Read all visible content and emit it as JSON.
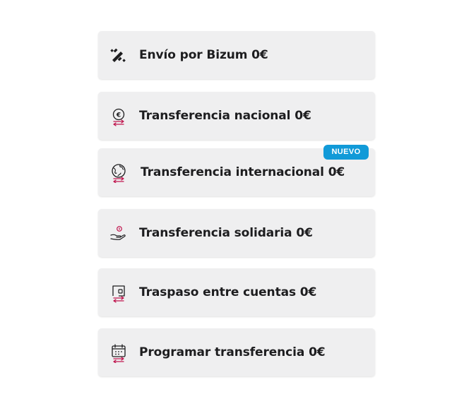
{
  "accent_color": "#c0174f",
  "badge_color": "#119ad8",
  "options": [
    {
      "label": "Envío por Bizum 0€",
      "icon": "bizum-icon"
    },
    {
      "label": "Transferencia nacional 0€",
      "icon": "euro-transfer-icon"
    },
    {
      "label": "Transferencia internacional 0€",
      "icon": "globe-transfer-icon",
      "badge": "NUEVO"
    },
    {
      "label": "Transferencia solidaria 0€",
      "icon": "hand-coin-icon"
    },
    {
      "label": "Traspaso entre cuentas 0€",
      "icon": "account-transfer-icon"
    },
    {
      "label": "Programar transferencia 0€",
      "icon": "calendar-transfer-icon"
    }
  ]
}
